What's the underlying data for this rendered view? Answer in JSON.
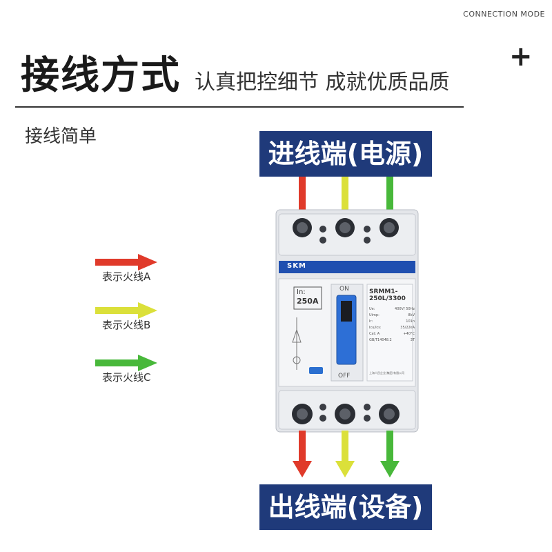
{
  "header": {
    "connection_mode": "CONNECTION MODE",
    "title": "接线方式",
    "subtitle": "认真把控细节 成就优质品质",
    "plus": "+"
  },
  "section_label": "接线简单",
  "legend": [
    {
      "label": "表示火线A",
      "color": "#e03a2a"
    },
    {
      "label": "表示火线B",
      "color": "#dbe03a"
    },
    {
      "label": "表示火线C",
      "color": "#48b83a"
    }
  ],
  "input_banner": "进线端(电源)",
  "output_banner": "出线端(设备)",
  "brand_color": "#1f3a7a",
  "breaker": {
    "brand": "SKM",
    "in_label": "In:",
    "in_value": "250A",
    "model_line1": "SRMM1-",
    "model_line2": "250L/3300",
    "on_label": "ON",
    "off_label": "OFF",
    "specs": [
      [
        "Ue:",
        "400V/ 50Hz"
      ],
      [
        "Uimp:",
        "8kV"
      ],
      [
        "Ir:",
        "101n"
      ],
      [
        "Icu/Ics:",
        "35/22kA"
      ],
      [
        "Cat: A",
        "+40°C"
      ],
      [
        "GB/T14048.2",
        "3T"
      ]
    ],
    "maker": "上海人民企业(集团)有限公司"
  }
}
